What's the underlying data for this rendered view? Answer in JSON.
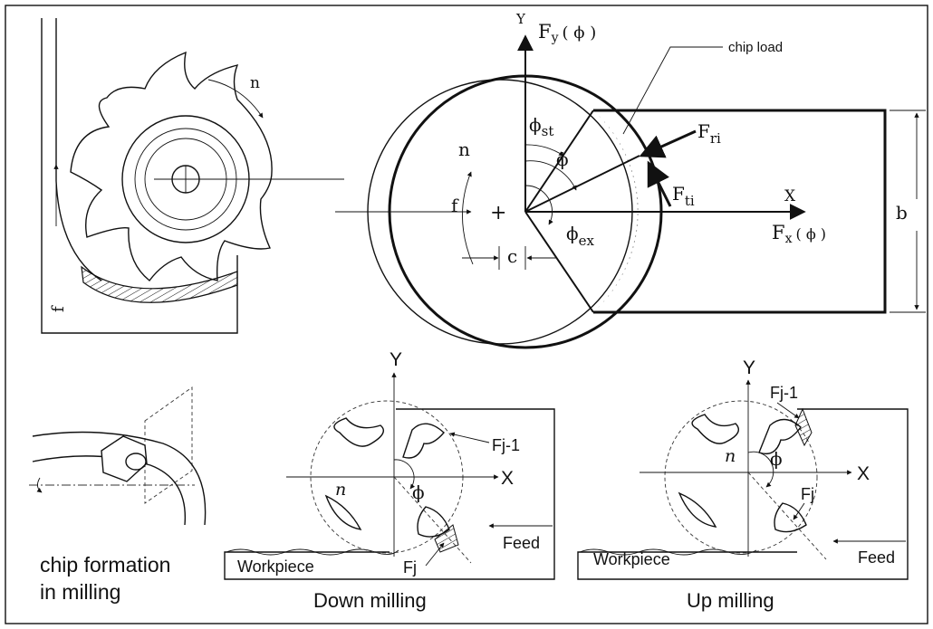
{
  "labels": {
    "top_axis_y": "Y",
    "fy": "F",
    "fy_sub": "y",
    "fy_arg": "( ϕ )",
    "chip_load": "chip load",
    "phi_st": "ϕ",
    "phi_st_sub": "st",
    "fri": "F",
    "fri_sub": "ri",
    "n_top": "n",
    "phi": "ϕ",
    "fti": "F",
    "fti_sub": "ti",
    "top_axis_x": "X",
    "f_center": "f",
    "plus": "+",
    "phi_ex": "ϕ",
    "phi_ex_sub": "ex",
    "c": "c",
    "fx": "F",
    "fx_sub": "x",
    "fx_arg": "( ϕ )",
    "b": "b",
    "n_cutter": "n",
    "f_side": "f",
    "chip_formation_1": "chip formation",
    "chip_formation_2": "in milling",
    "down_y": "Y",
    "down_x": "X",
    "down_n": "n",
    "down_phi": "ϕ",
    "down_fj1": "Fj-1",
    "down_fj": "Fj",
    "down_feed": "Feed",
    "down_workpiece": "Workpiece",
    "down_title": "Down milling",
    "up_y": "Y",
    "up_x": "X",
    "up_n": "n",
    "up_phi": "ϕ",
    "up_fj1": "Fj-1",
    "up_fj": "Fj",
    "up_feed": "Feed",
    "up_workpiece": "Workpiece",
    "up_title": "Up milling"
  }
}
